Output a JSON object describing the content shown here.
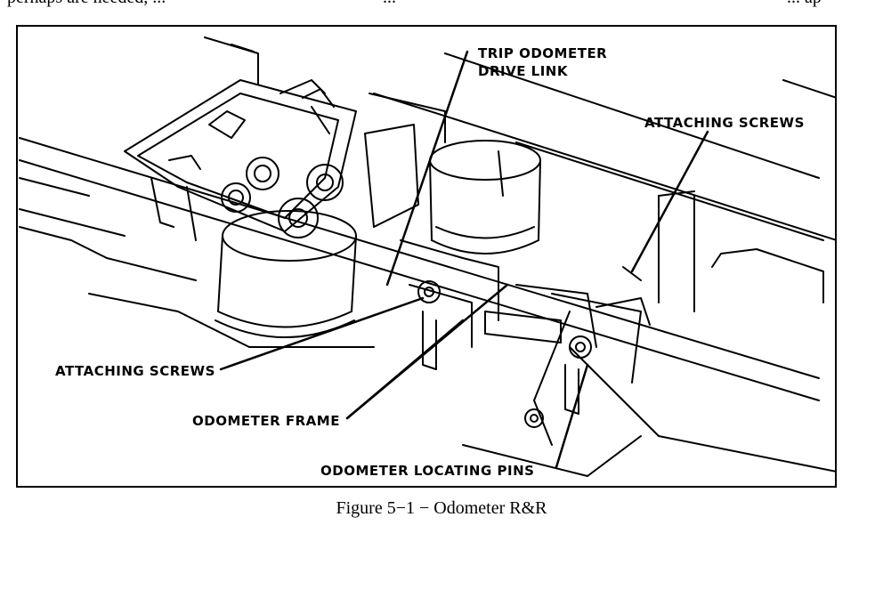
{
  "page_text": {
    "fragment_left": "perhaps are needed, ...",
    "fragment_mid": "...",
    "fragment_right": "... ap"
  },
  "figure": {
    "callouts": {
      "trip_odometer_line1": "TRIP ODOMETER",
      "trip_odometer_line2": "DRIVE LINK",
      "attaching_screws_upper": "ATTACHING SCREWS",
      "attaching_screws_lower": "ATTACHING SCREWS",
      "odometer_frame": "ODOMETER FRAME",
      "odometer_locating_pins": "ODOMETER LOCATING PINS"
    },
    "caption": "Figure 5−1 − Odometer R&R"
  },
  "colors": {
    "ink": "#000000",
    "paper": "#ffffff"
  }
}
